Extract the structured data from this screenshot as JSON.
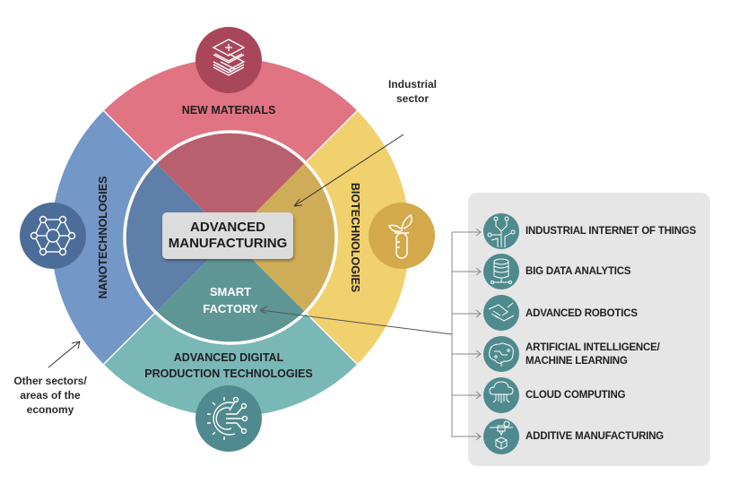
{
  "diagram": {
    "center": {
      "title_line1": "ADVANCED",
      "title_line2": "MANUFACTURING",
      "smart_factory_line1": "SMART",
      "smart_factory_line2": "FACTORY"
    },
    "segments": [
      {
        "id": "new-materials",
        "label": "NEW MATERIALS",
        "icon": "layers-materials-icon",
        "color": "#e07483",
        "inner_color": "#b8606e",
        "icon_bg": "#a9465a"
      },
      {
        "id": "biotechnologies",
        "label": "BIOTECHNOLOGIES",
        "icon": "plant-test-tube-icon",
        "color": "#f1d06e",
        "inner_color": "#cfad58",
        "icon_bg": "#d4a94c"
      },
      {
        "id": "advanced-digital",
        "label_line1": "ADVANCED DIGITAL",
        "label_line2": "PRODUCTION TECHNOLOGIES",
        "icon": "gear-circuit-icon",
        "color": "#7ab8b7",
        "inner_color": "#5e9695",
        "icon_bg": "#4f8a8e"
      },
      {
        "id": "nanotechnologies",
        "label": "NANOTECHNOLOGIES",
        "icon": "molecule-network-icon",
        "color": "#7397c7",
        "inner_color": "#5f7fab",
        "icon_bg": "#4c6d99"
      }
    ],
    "annotations": {
      "industrial_sector_line1": "Industrial",
      "industrial_sector_line2": "sector",
      "other_sectors_line1": "Other sectors/",
      "other_sectors_line2": "areas of the",
      "other_sectors_line3": "economy"
    },
    "technologies": [
      {
        "label_line1": "INDUSTRIAL INTERNET OF THINGS",
        "label_line2": "",
        "icon": "iot-circuit-tree-icon"
      },
      {
        "label_line1": "BIG DATA ANALYTICS",
        "label_line2": "",
        "icon": "database-icon"
      },
      {
        "label_line1": "ADVANCED ROBOTICS",
        "label_line2": "",
        "icon": "robot-handshake-icon"
      },
      {
        "label_line1": "ARTIFICIAL INTELLIGENCE/",
        "label_line2": "MACHINE LEARNING",
        "icon": "brain-circuit-icon"
      },
      {
        "label_line1": "CLOUD COMPUTING",
        "label_line2": "",
        "icon": "cloud-network-icon"
      },
      {
        "label_line1": "ADDITIVE MANUFACTURING",
        "label_line2": "",
        "icon": "3d-printer-icon"
      }
    ],
    "colors": {
      "tech_icon_bg": "#4f8a8e",
      "panel_bg": "#e6e6e6",
      "ring_white": "#ffffff"
    }
  }
}
